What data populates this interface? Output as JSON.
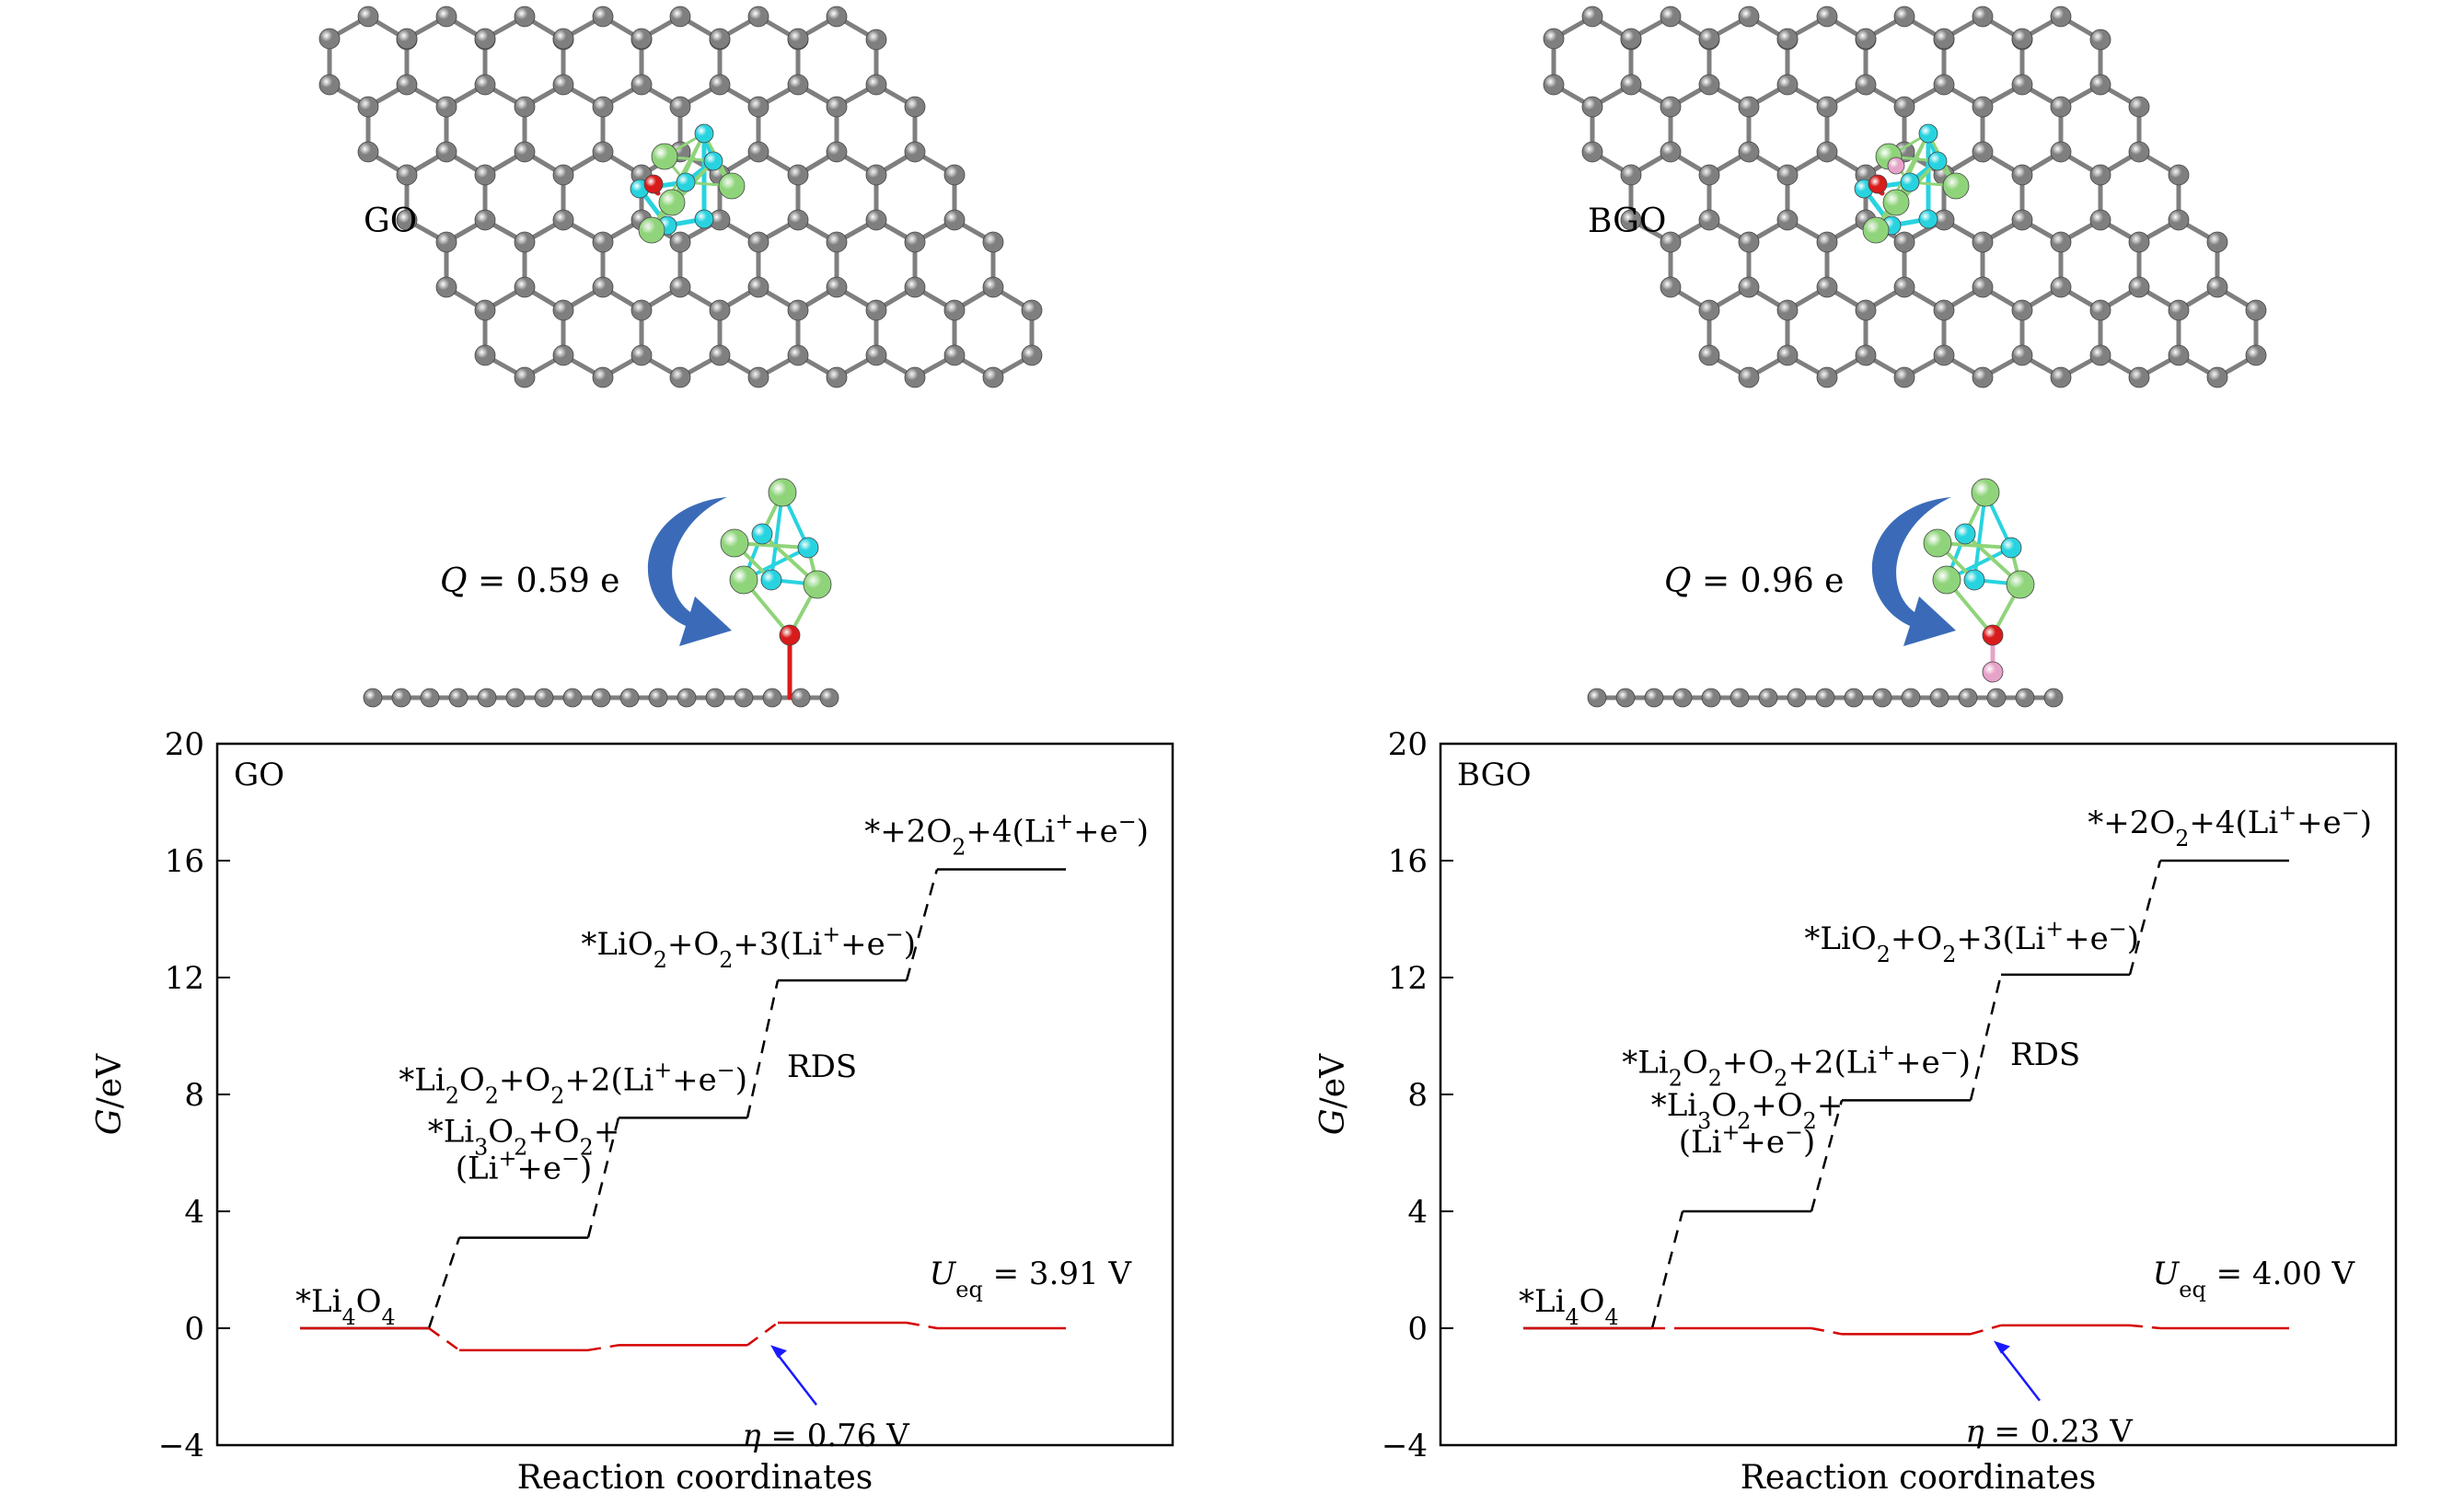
{
  "colors": {
    "carbon": "#7f7f7f",
    "carbon_edge": "#555555",
    "lithium": "#8fd47a",
    "oxygen_cluster": "#28d3e0",
    "oxygen_anchor": "#d81b1b",
    "boron": "#e6a3c8",
    "arrow": "#3b6bb8",
    "discharge_line": "#000000",
    "potential_line": "#d40000",
    "pointer_arrow": "#1a1aff"
  },
  "panels": [
    {
      "structure_label": "GO",
      "charge_value": "0.59 e",
      "doped": false
    },
    {
      "structure_label": "BGO",
      "charge_value": "0.96 e",
      "doped": true
    }
  ],
  "charge_prefix": "Q",
  "charge_eq": " = ",
  "chart_data": [
    {
      "type": "line",
      "label": "GO",
      "ylabel": "G/eV",
      "xlabel": "Reaction coordinates",
      "ylim": [
        -4,
        20
      ],
      "yticks": [
        -4,
        0,
        4,
        8,
        12,
        16,
        20
      ],
      "step_labels": [
        "*Li4O4",
        "*Li3O2+O2+(Li++e−)",
        "*Li2O2+O2+2(Li++e−)",
        "*LiO2+O2+3(Li++e−)",
        "*+2O2+4(Li++e−)"
      ],
      "series": [
        {
          "kind": "zero_potential",
          "values": [
            0.0,
            3.1,
            7.2,
            11.9,
            15.7
          ]
        },
        {
          "kind": "equilibrium_potential",
          "values": [
            0.0,
            -0.75,
            -0.58,
            0.19,
            0.0
          ]
        }
      ],
      "rds_label": "RDS",
      "ueq_label": "U",
      "ueq_sub": "eq",
      "ueq_value": " = 3.91 V",
      "eta_label": "η",
      "eta_value": " = 0.76 V"
    },
    {
      "type": "line",
      "label": "BGO",
      "ylabel": "G/eV",
      "xlabel": "Reaction coordinates",
      "ylim": [
        -4,
        20
      ],
      "yticks": [
        -4,
        0,
        4,
        8,
        12,
        16,
        20
      ],
      "step_labels": [
        "*Li4O4",
        "*Li3O2+O2+(Li++e−)",
        "*Li2O2+O2+2(Li++e−)",
        "*LiO2+O2+3(Li++e−)",
        "*+2O2+4(Li++e−)"
      ],
      "series": [
        {
          "kind": "zero_potential",
          "values": [
            0.0,
            4.0,
            7.8,
            12.1,
            16.0
          ]
        },
        {
          "kind": "equilibrium_potential",
          "values": [
            0.0,
            0.0,
            -0.2,
            0.1,
            0.0
          ]
        }
      ],
      "rds_label": "RDS",
      "ueq_label": "U",
      "ueq_sub": "eq",
      "ueq_value": " = 4.00 V",
      "eta_label": "η",
      "eta_value": " = 0.23 V"
    }
  ]
}
